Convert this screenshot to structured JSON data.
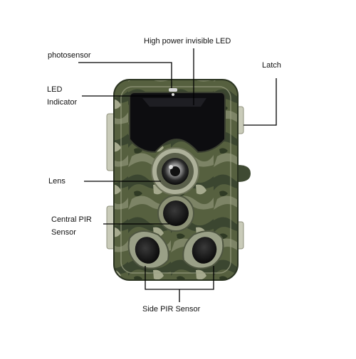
{
  "diagram": {
    "labels": {
      "high_power_led": "High power invisible LED",
      "photosensor": "photosensor",
      "latch": "Latch",
      "led_indicator_line1": "LED",
      "led_indicator_line2": "Indicator",
      "lens": "Lens",
      "central_pir_line1": "Central PIR",
      "central_pir_line2": "Sensor",
      "side_pir": "Side PIR Sensor"
    },
    "colors": {
      "camo_dark": "#2f3a24",
      "camo_mid": "#56603f",
      "camo_light": "#8d9474",
      "camo_pale": "#b9bba4",
      "led_panel": "#0d0d10",
      "leader_line": "#000000"
    }
  }
}
